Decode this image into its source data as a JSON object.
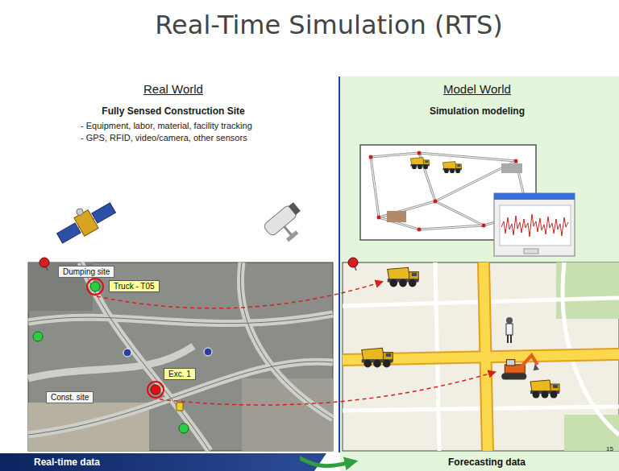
{
  "diagram": {
    "title": "Real-Time Simulation (RTS)",
    "nodes": [
      {
        "text": [
          "Dumping site"
        ]
      },
      {
        "text": [
          "Truck - T05"
        ]
      },
      {
        "text": [
          "Exc. 1"
        ]
      },
      {
        "text": [
          "Const. site"
        ]
      },
      {
        "text": [
          "Real-time data"
        ]
      },
      {
        "text": [
          "Forecasting data"
        ]
      }
    ],
    "edges": [
      {
        "from": 4,
        "to": 5,
        "arrow": "to"
      }
    ],
    "labels": [
      "Real World",
      "Fully Sensed Construction Site",
      "- Equipment, labor, material, facility tracking",
      "- GPS, RFID, video/camera, other sensors",
      "Model World",
      "Simulation modeling",
      "15"
    ]
  }
}
